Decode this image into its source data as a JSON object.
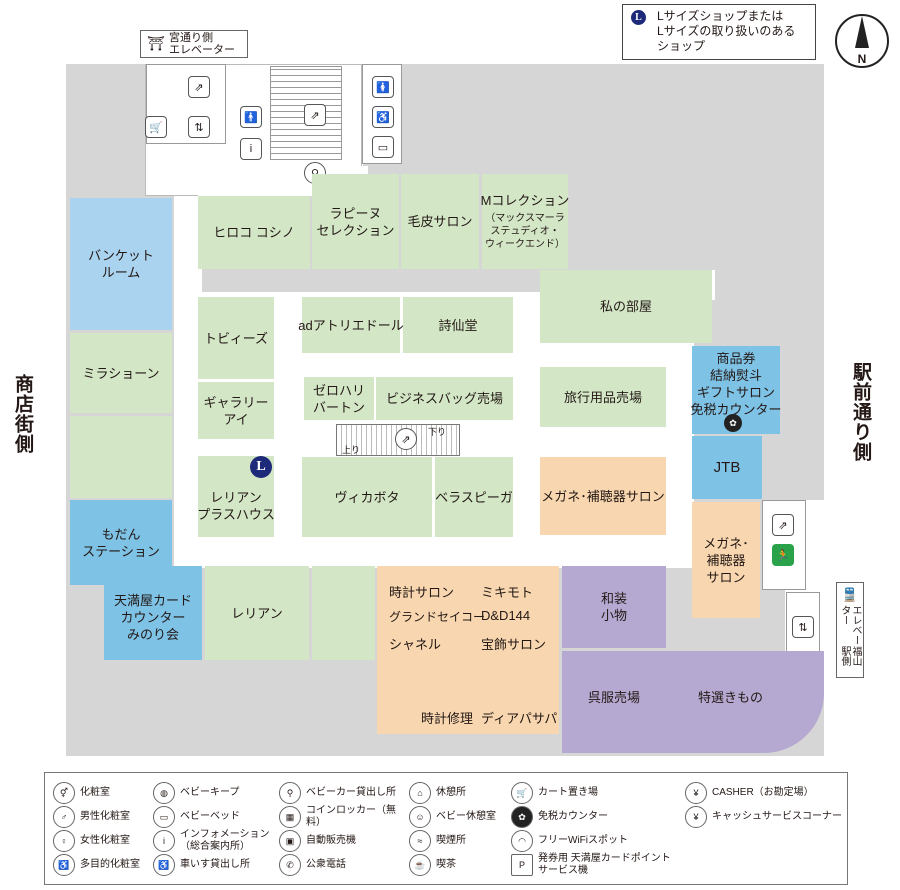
{
  "legend_box": {
    "l_marker": "L",
    "text_lines": [
      "Lサイズショップまたは",
      "Lサイズの取り扱いのある",
      "ショップ"
    ]
  },
  "compass": {
    "label": "N"
  },
  "elevators": {
    "top": {
      "lines": [
        "宮通り側",
        "エレベーター"
      ]
    },
    "right": {
      "lines": [
        "福山駅側",
        "エレベーター"
      ]
    }
  },
  "streets": {
    "left": "商店街側",
    "right": "駅前通り側"
  },
  "shops": {
    "banquet": [
      "バンケット",
      "ルーム"
    ],
    "mira": [
      "ミラショーン"
    ],
    "modan": [
      "もだん",
      "ステーション"
    ],
    "card": [
      "天満屋カード",
      "カウンター",
      "みのり会"
    ],
    "hiroko": [
      "ヒロコ コシノ"
    ],
    "lapine": [
      "ラピーヌ",
      "セレクション"
    ],
    "fur": [
      "毛皮サロン"
    ],
    "mcoll": [
      "Mコレクション"
    ],
    "mcoll_sub": [
      "（マックスマーラ",
      "ステュディオ・",
      "ウィークエンド）"
    ],
    "tobys": [
      "トビィーズ"
    ],
    "gallery": [
      "ギャラリー",
      "アイ"
    ],
    "leilian_plus": [
      "レリアン",
      "プラスハウス"
    ],
    "ad": [
      "adアトリエドール"
    ],
    "shisen": [
      "詩仙堂"
    ],
    "zero": [
      "ゼロハリ",
      "バートン"
    ],
    "bizbag": [
      "ビジネスバッグ売場"
    ],
    "vicabota": [
      "ヴィカボタ"
    ],
    "bellas": [
      "ベラスピーガ"
    ],
    "watashi": [
      "私の部屋"
    ],
    "travel": [
      "旅行用品売場"
    ],
    "megane1": [
      "メガネ･補聴器サロン"
    ],
    "gift": [
      "商品券",
      "結納熨斗",
      "ギフトサロン",
      "免税カウンター"
    ],
    "jtb": [
      "JTB"
    ],
    "megane2": [
      "メガネ･",
      "補聴器",
      "サロン"
    ],
    "leilian": [
      "レリアン"
    ],
    "watch_salon": "時計サロン",
    "mikimoto": "ミキモト",
    "gs": "グランドセイコー",
    "dd": "D&D144",
    "chanel": "シャネル",
    "hoshoku": "宝飾サロン",
    "repair": "時計修理",
    "diapa": "ディアパサパ",
    "wasou": [
      "和装",
      "小物"
    ],
    "gofuku": "呉服売場",
    "tokusen": "特選きもの"
  },
  "escalator": {
    "down": "下り",
    "up": "上り"
  },
  "legend": {
    "col1": [
      {
        "icon": "powder-room-icon",
        "label": "化粧室"
      },
      {
        "icon": "mens-room-icon",
        "label": "男性化粧室"
      },
      {
        "icon": "womens-room-icon",
        "label": "女性化粧室"
      },
      {
        "icon": "multipurpose-room-icon",
        "label": "多目的化粧室"
      }
    ],
    "col2": [
      {
        "icon": "baby-keep-icon",
        "label": "ベビーキープ"
      },
      {
        "icon": "baby-bed-icon",
        "label": "ベビーベッド"
      },
      {
        "icon": "information-icon",
        "label": "インフォメーション（総合案内所）"
      },
      {
        "icon": "wheelchair-rental-icon",
        "label": "車いす貸出し所"
      }
    ],
    "col3": [
      {
        "icon": "stroller-rental-icon",
        "label": "ベビーカー貸出し所"
      },
      {
        "icon": "coin-locker-icon",
        "label": "コインロッカー（無料）"
      },
      {
        "icon": "vending-machine-icon",
        "label": "自動販売機"
      },
      {
        "icon": "public-phone-icon",
        "label": "公衆電話"
      }
    ],
    "col4": [
      {
        "icon": "rest-area-icon",
        "label": "休憩所"
      },
      {
        "icon": "baby-rest-room-icon",
        "label": "ベビー休憩室"
      },
      {
        "icon": "smoking-area-icon",
        "label": "喫煙所"
      },
      {
        "icon": "cafe-icon",
        "label": "喫茶"
      }
    ],
    "col5": [
      {
        "icon": "cart-storage-icon",
        "label": "カート置き場"
      },
      {
        "icon": "tax-free-counter-icon",
        "label": "免税カウンター"
      },
      {
        "icon": "free-wifi-icon",
        "label": "フリーWiFiスポット"
      },
      {
        "icon": "point-service-icon",
        "label": "発券用 天満屋カードポイントサービス機"
      }
    ],
    "col6": [
      {
        "icon": "cashier-icon",
        "label": "CASHER（お勘定場）"
      },
      {
        "icon": "cash-service-icon",
        "label": "キャッシュサービスコーナー"
      }
    ]
  }
}
